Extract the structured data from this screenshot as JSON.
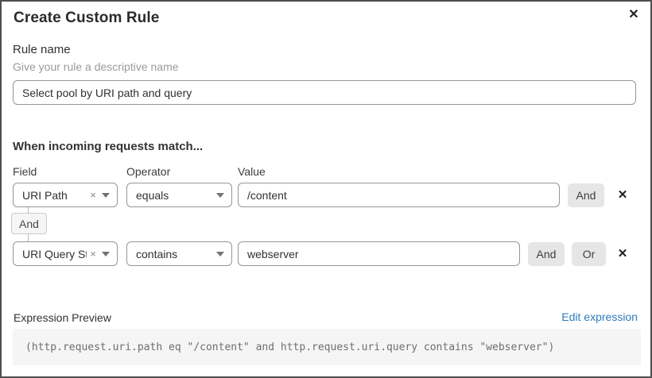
{
  "modal": {
    "title": "Create Custom Rule"
  },
  "icons": {
    "close": "✕",
    "clear": "×",
    "delete": "✕"
  },
  "rule_name": {
    "label": "Rule name",
    "helper": "Give your rule a descriptive name",
    "value": "Select pool by URI path and query"
  },
  "matcher": {
    "heading": "When incoming requests match...",
    "columns": {
      "field": "Field",
      "operator": "Operator",
      "value": "Value"
    },
    "connector": "And",
    "rows": [
      {
        "field": "URI Path",
        "operator": "equals",
        "value": "/content",
        "and_label": "And"
      },
      {
        "field": "URI Query St...",
        "operator": "contains",
        "value": "webserver",
        "and_label": "And",
        "or_label": "Or"
      }
    ]
  },
  "expression": {
    "label": "Expression Preview",
    "edit_link": "Edit expression",
    "code": "(http.request.uri.path eq \"/content\" and http.request.uri.query contains \"webserver\")"
  },
  "colors": {
    "link": "#2f7bbf",
    "modal_border": "#4e4e4e",
    "button_bg": "#e6e6e6",
    "code_bg": "#f5f5f6"
  }
}
